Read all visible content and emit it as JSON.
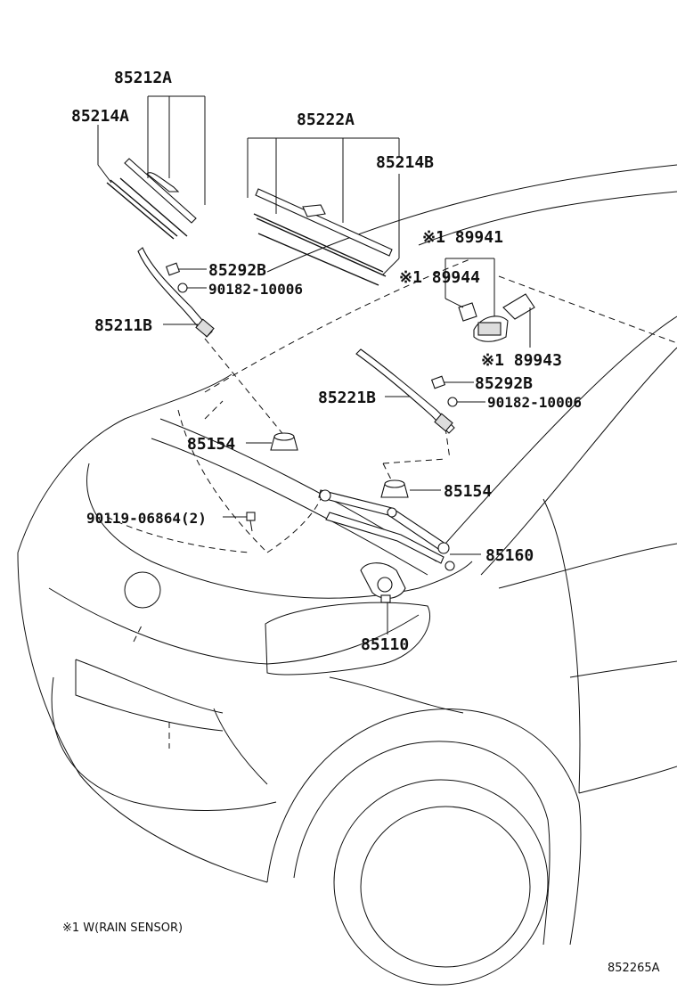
{
  "diagram": {
    "labels": {
      "blade_assy_left": "85212A",
      "blade_rubber_left": "85214A",
      "blade_assy_right": "85222A",
      "blade_rubber_right": "85214B",
      "rain_sensor_1": "※1 89941",
      "rain_sensor_cover": "※1 89944",
      "rain_sensor_bracket": "※1 89943",
      "cap_left": "85292B",
      "nut_left": "90182-10006",
      "arm_left": "85211B",
      "pivot_cap_left": "85154",
      "arm_right": "85221B",
      "cap_right": "85292B",
      "nut_right": "90182-10006",
      "pivot_cap_right": "85154",
      "bolt": "90119-06864(2)",
      "link_assy": "85160",
      "motor": "85110"
    },
    "footnote": "※1 W(RAIN SENSOR)",
    "figure_code": "852265A"
  },
  "colors": {
    "line": "#111111",
    "background": "#ffffff"
  }
}
